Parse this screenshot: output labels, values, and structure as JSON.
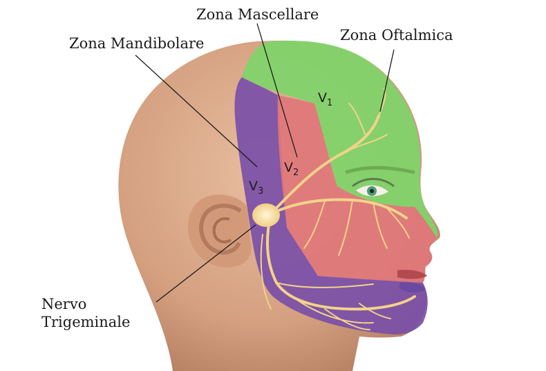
{
  "labels": {
    "mascellare": "Zona Mascellare",
    "mandibolare": "Zona Mandibolare",
    "oftalmica": "Zona Oftalmica",
    "nervo_line1": "Nervo",
    "nervo_line2": "Trigeminale"
  },
  "zones": {
    "v1": {
      "letter": "V",
      "sub": "1",
      "color": "#7fd46a"
    },
    "v2": {
      "letter": "V",
      "sub": "2",
      "color": "#e0767a"
    },
    "v3": {
      "letter": "V",
      "sub": "3",
      "color": "#7a4fa8"
    }
  },
  "colors": {
    "skin": "#d9a888",
    "nerve": "#f2d38a",
    "leader_line": "#1a1a1a"
  }
}
